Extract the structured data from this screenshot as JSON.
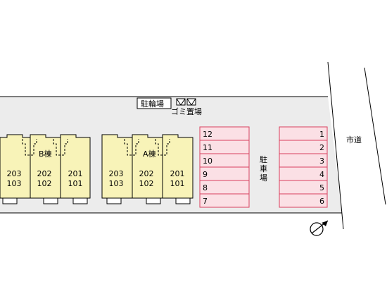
{
  "labels": {
    "bicycle_parking": "駐輪場",
    "garbage": "ゴミ置場",
    "parking_lot": [
      "駐",
      "車",
      "場"
    ],
    "road": "市道"
  },
  "buildings": {
    "B": {
      "name": "B棟",
      "units": [
        {
          "upper": "203",
          "lower": "103"
        },
        {
          "upper": "202",
          "lower": "102"
        },
        {
          "upper": "201",
          "lower": "101"
        }
      ]
    },
    "A": {
      "name": "A棟",
      "units": [
        {
          "upper": "203",
          "lower": "103"
        },
        {
          "upper": "202",
          "lower": "102"
        },
        {
          "upper": "201",
          "lower": "101"
        }
      ]
    }
  },
  "parking": {
    "left_column": [
      "12",
      "11",
      "10",
      "9",
      "8",
      "7"
    ],
    "right_column": [
      "1",
      "2",
      "3",
      "4",
      "5",
      "6"
    ]
  },
  "colors": {
    "lot": "#ececec",
    "building": "#f8f3b8",
    "stall_fill": "#fbe0e5",
    "stall_stroke": "#d9415e",
    "line": "#000000"
  },
  "icons": {
    "compass": "north-arrow-icon",
    "garbage": "garbage-bin-icon"
  }
}
